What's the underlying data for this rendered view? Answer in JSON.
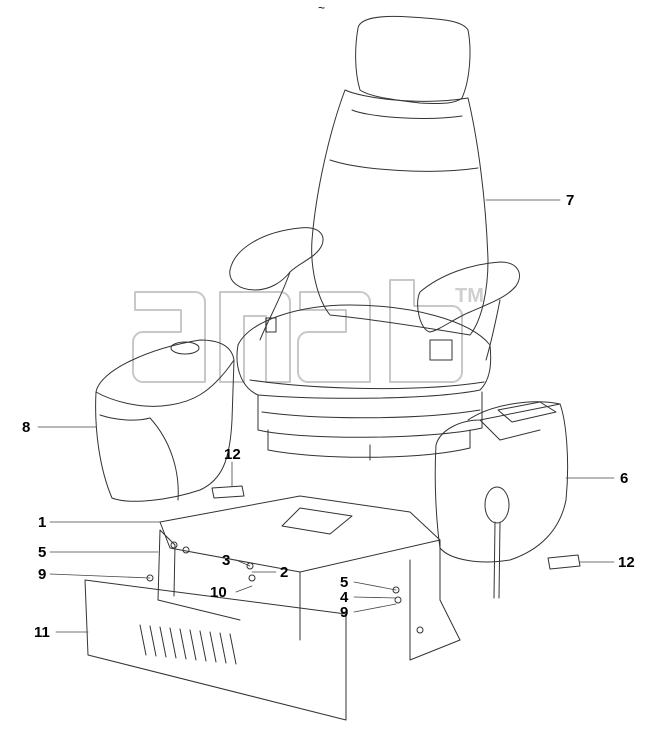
{
  "watermark": {
    "text": "anab",
    "tm": "TM"
  },
  "top_mark": "~",
  "callouts": [
    {
      "id": "7",
      "text": "7"
    },
    {
      "id": "8",
      "text": "8"
    },
    {
      "id": "6",
      "text": "6"
    },
    {
      "id": "12a",
      "text": "12"
    },
    {
      "id": "12b",
      "text": "12"
    },
    {
      "id": "1",
      "text": "1"
    },
    {
      "id": "5a",
      "text": "5"
    },
    {
      "id": "3",
      "text": "3"
    },
    {
      "id": "2",
      "text": "2"
    },
    {
      "id": "9a",
      "text": "9"
    },
    {
      "id": "10",
      "text": "10"
    },
    {
      "id": "5b",
      "text": "5"
    },
    {
      "id": "4",
      "text": "4"
    },
    {
      "id": "9b",
      "text": "9"
    },
    {
      "id": "11",
      "text": "11"
    }
  ]
}
